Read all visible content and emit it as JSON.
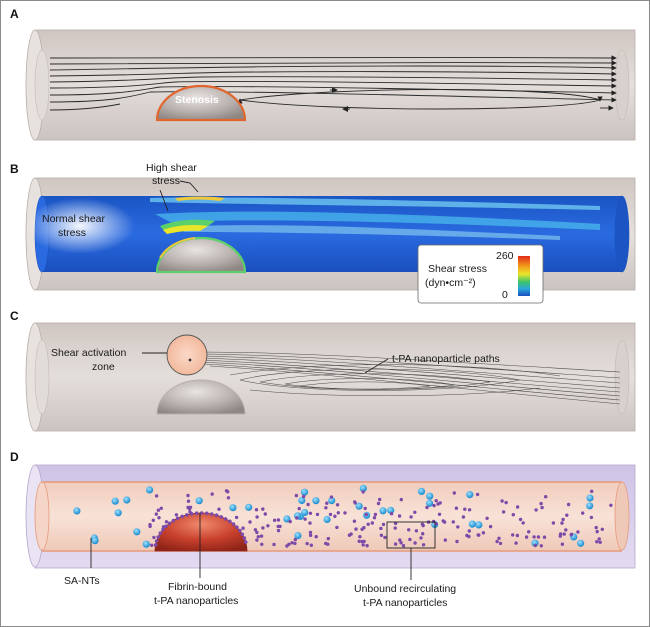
{
  "panels": {
    "a": {
      "label": "A",
      "stenosis_label": "Stenosis"
    },
    "b": {
      "label": "B",
      "high_shear_line1": "High shear",
      "high_shear_line2": "stress",
      "normal_shear_line1": "Normal shear",
      "normal_shear_line2": "stress",
      "legend": {
        "title_line1": "Shear stress",
        "title_line2": "(dyn•cm⁻²)",
        "max_value": "260",
        "min_value": "0"
      }
    },
    "c": {
      "label": "C",
      "activation_line1": "Shear activation",
      "activation_line2": "zone",
      "paths_label": "t-PA nanoparticle paths"
    },
    "d": {
      "label": "D",
      "sant_label": "SA-NTs",
      "fibrin_line1": "Fibrin-bound",
      "fibrin_line2": "t-PA nanoparticles",
      "unbound_line1": "Unbound recirculating",
      "unbound_line2": "t-PA nanoparticles"
    }
  },
  "colors": {
    "vessel_wall": "#d8d0cc",
    "vessel_lumen_gray": "#ded8d4",
    "stenosis_edge": "#e0662e",
    "shear_blue": "#1a5fd0",
    "vessel_pink": "#f6dccf",
    "vessel_lavender": "#ddd4ee",
    "plaque_red": "#c0392b",
    "sant_cyan": "#3aa9e0",
    "nanoparticle_purple": "#7d4aa8"
  }
}
